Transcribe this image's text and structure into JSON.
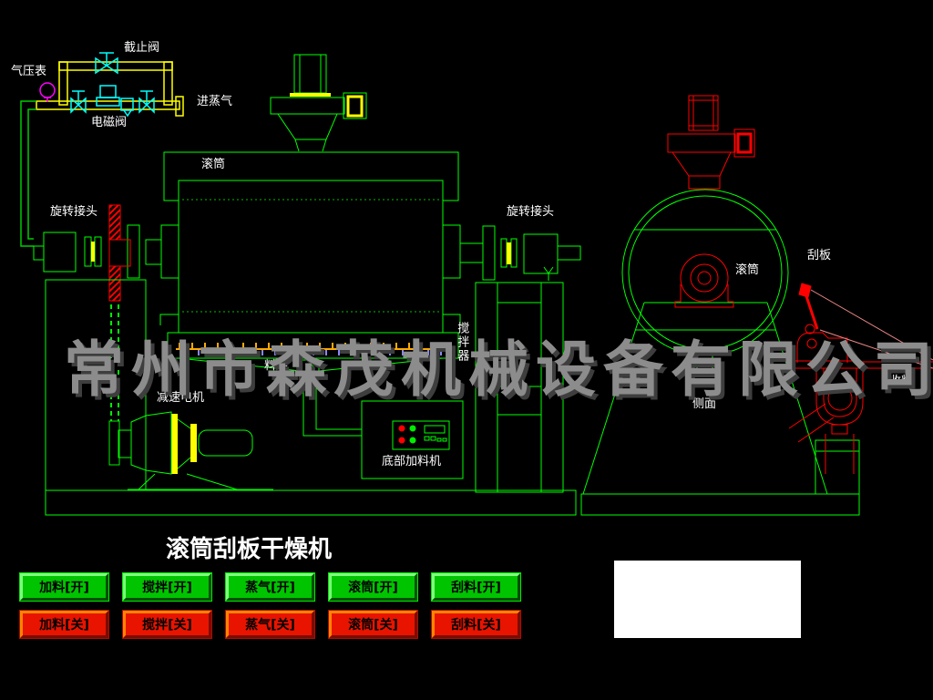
{
  "title": "滚筒刮板干燥机",
  "watermark": "常州市森茂机械设备有限公司",
  "labels": {
    "pressure_gauge": "气压表",
    "stop_valve": "截止阀",
    "solenoid_valve": "电磁阀",
    "steam_inlet": "进蒸气",
    "drum_front": "滚筒",
    "rotary_joint_left": "旋转接头",
    "rotary_joint_right": "旋转接头",
    "agitator": "搅拌器",
    "hopper": "料斗",
    "gear_motor": "减速电机",
    "bottom_feeder": "底部加料机",
    "scraper": "刮板",
    "drum_side": "滚筒",
    "side_view": "侧面",
    "collect": "收料"
  },
  "buttons": {
    "on": [
      {
        "label": "加料[开]"
      },
      {
        "label": "搅拌[开]"
      },
      {
        "label": "蒸气[开]"
      },
      {
        "label": "滚筒[开]"
      },
      {
        "label": "刮料[开]"
      }
    ],
    "off": [
      {
        "label": "加料[关]"
      },
      {
        "label": "搅拌[关]"
      },
      {
        "label": "蒸气[关]"
      },
      {
        "label": "滚筒[关]"
      },
      {
        "label": "刮料[关]"
      }
    ]
  },
  "colors": {
    "background": "#000000",
    "line_green": "#00ff00",
    "pipe_yellow": "#ffff00",
    "valve_cyan": "#00ffff",
    "gauge_magenta": "#ff00ff",
    "machine_red": "#ff0000",
    "chute_pink": "#ee8888",
    "agitator_orange": "#ffaa00",
    "agitator_blue": "#8888ff",
    "watermark_gray": "#8c8c8c",
    "button_on_green": "#00c400",
    "button_off_red": "#e81400"
  }
}
